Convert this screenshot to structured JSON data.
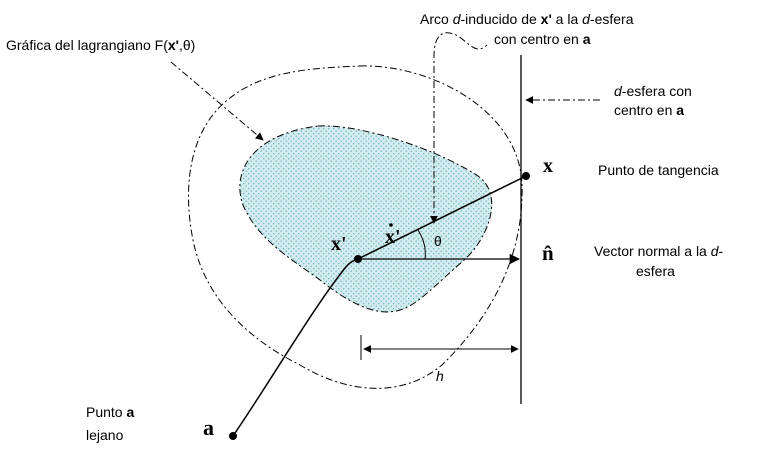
{
  "labels": {
    "lagrangian_graph": {
      "prefix": "Gráfica del lagrangiano F(",
      "var": "x'",
      "suffix": ",θ)"
    },
    "arc": {
      "line1_pre": "Arco ",
      "line1_d": "d",
      "line1_mid": "-inducido de ",
      "line1_var": "x'",
      "line1_post": " a la ",
      "line1_d2": "d",
      "line1_end": "-esfera",
      "line2_pre": "con centro en ",
      "line2_var": "a"
    },
    "sphere": {
      "line1_d": "d",
      "line1_rest": "-esfera con",
      "line2_pre": "centro en ",
      "line2_var": "a"
    },
    "tangency": "Punto de tangencia",
    "normal": {
      "line1_pre": "Vector normal a la ",
      "line1_d": "d",
      "line1_end": "-",
      "line2": "esfera"
    },
    "far_point": {
      "line1_pre": "Punto ",
      "line1_var": "a",
      "line2": "lejano"
    }
  },
  "symbols": {
    "x": "x",
    "x_prime": "x'",
    "x_prime_dot": "x'",
    "n_hat": "n̂",
    "a": "a",
    "theta": "θ",
    "h": "h"
  },
  "colors": {
    "ink": "#000000",
    "region_fill": "#d5ecee",
    "region_dots": "#5fb0c0"
  }
}
